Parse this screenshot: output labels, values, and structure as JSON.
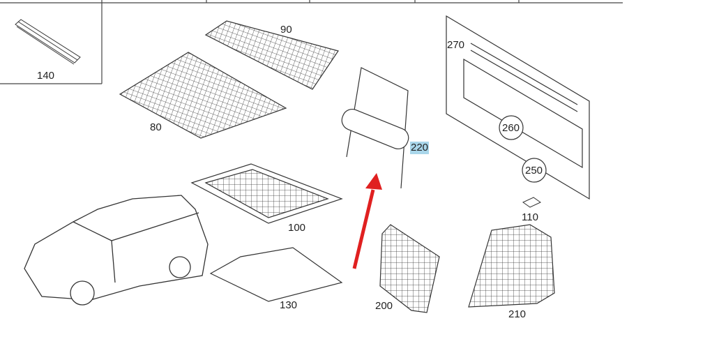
{
  "labels": {
    "p140": "140",
    "p90": "90",
    "p80": "80",
    "p270": "270",
    "p260": "260",
    "p220": "220",
    "p250": "250",
    "p110": "110",
    "p100": "100",
    "p130": "130",
    "p200": "200",
    "p210": "210"
  },
  "colors": {
    "highlight": "#a9d6ea",
    "arrow": "#e02020",
    "line": "#333333"
  }
}
